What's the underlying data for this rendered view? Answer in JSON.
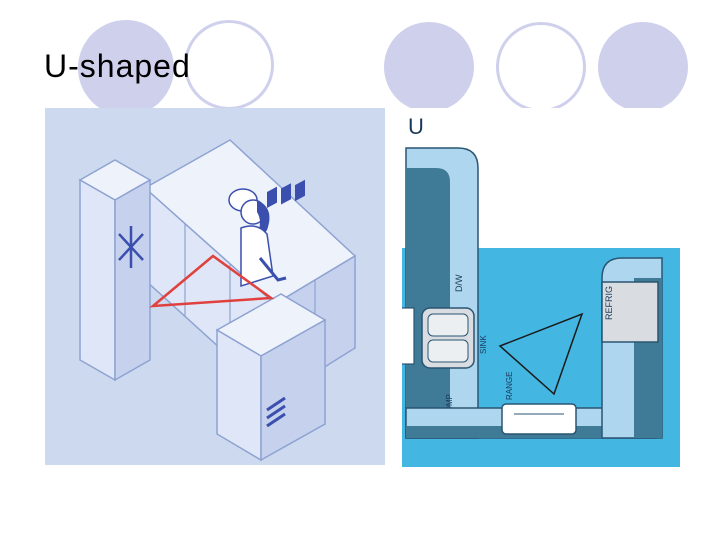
{
  "slide": {
    "title": "U-shaped"
  },
  "right_diagram": {
    "heading": "U",
    "labels": {
      "dw": "D/W",
      "sink": "SINK",
      "range": "RANGE",
      "comp": "COMP",
      "refrig": "REFRIG"
    }
  },
  "colors": {
    "ring": "#cfd0ec",
    "panel_bg": "#cdd9ee",
    "plan_dark": "#3f7a96",
    "plan_light": "#aed6ee",
    "floor": "#43b6e2",
    "triangle_red": "#e0413e"
  }
}
